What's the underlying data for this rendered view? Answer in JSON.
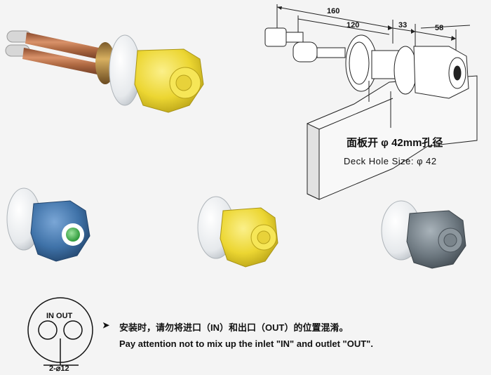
{
  "drawing": {
    "dimensions": [
      "160",
      "120",
      "33",
      "58"
    ],
    "deck_hole_cn": "面板开 φ 42mm孔径",
    "deck_hole_en": "Deck Hole Size: φ 42"
  },
  "install_note": {
    "diagram_label": "IN OUT",
    "hole_spec": "2-⌀12",
    "arrow": "➤",
    "text_cn": "安装时，请勿将进口（IN）和出口（OUT）的位置混淆。",
    "text_en": "Pay attention not to mix up the inlet \"IN\" and outlet \"OUT\"."
  },
  "colors": {
    "yellow_knob": "#f0dc3a",
    "blue_knob": "#3f72a8",
    "grey_knob": "#6f7a82",
    "white_flange": "#e9ecef",
    "green_cap": "#4fbf5a",
    "copper_pipe": "#b87048"
  }
}
